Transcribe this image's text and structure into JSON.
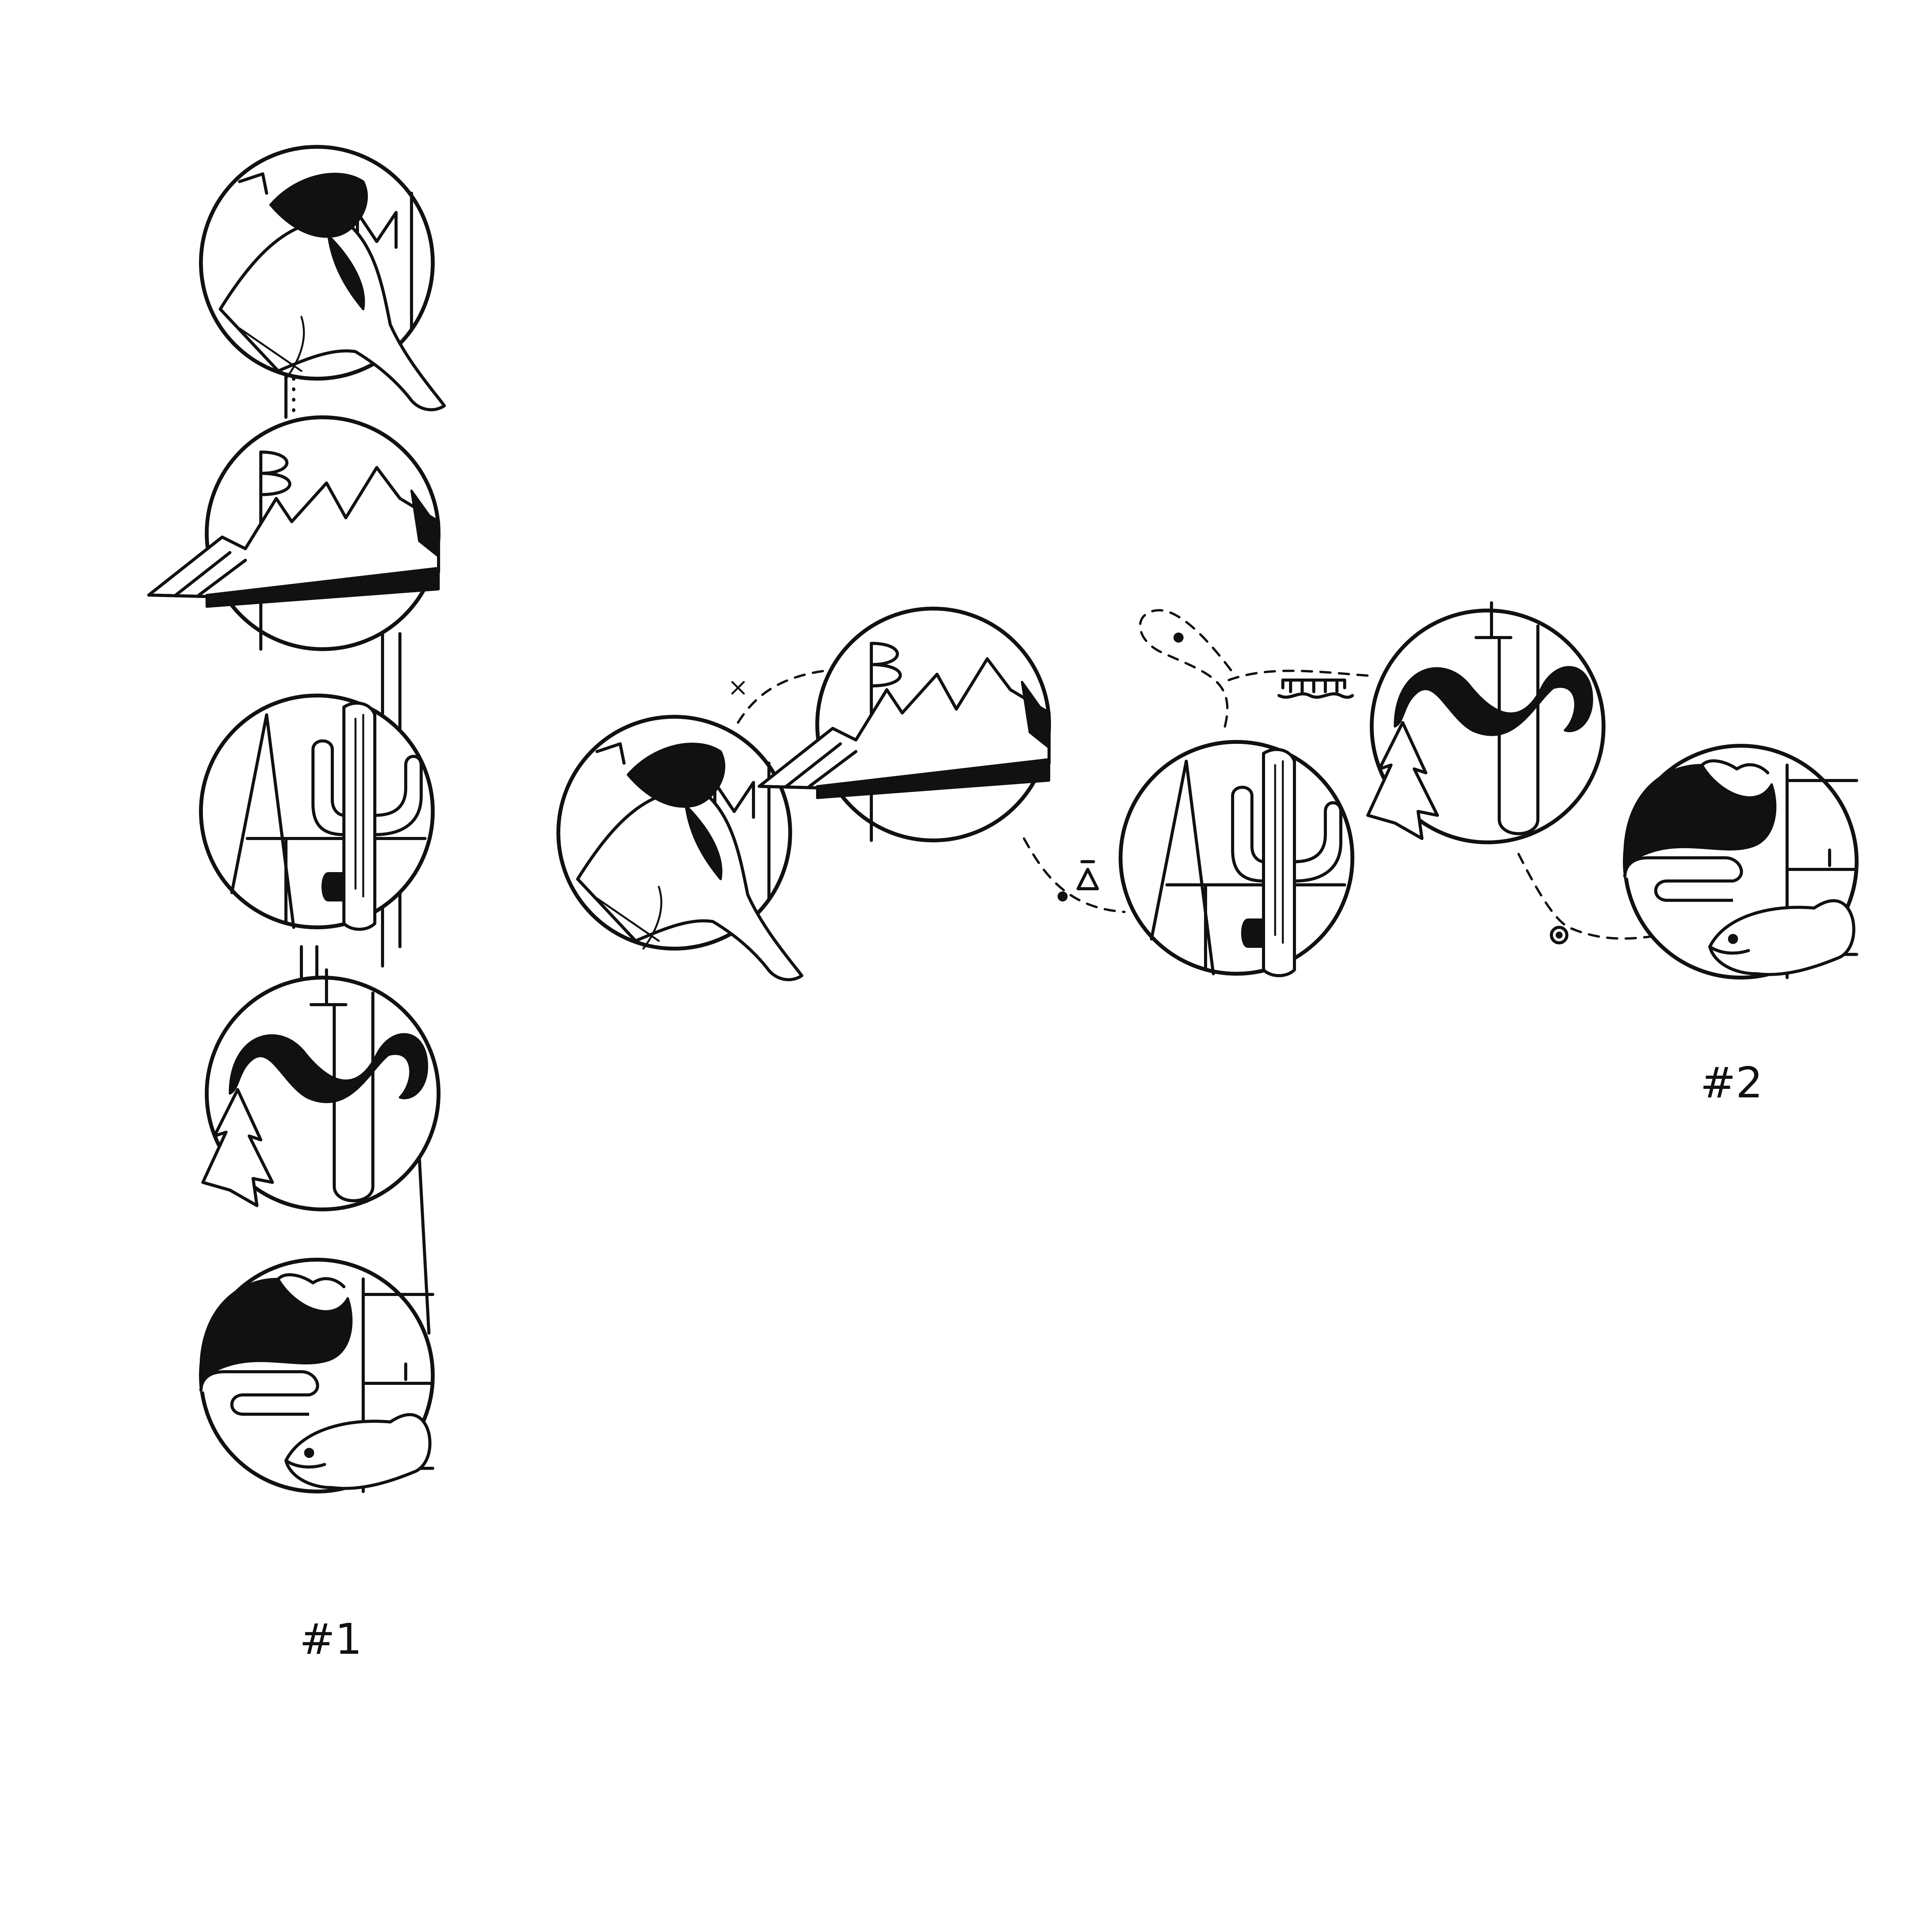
{
  "captions": [
    "#1",
    "#2"
  ],
  "badges": [
    {
      "letter": "M",
      "motif": "bird"
    },
    {
      "letter": "B",
      "motif": "mountains"
    },
    {
      "letter": "A",
      "motif": "cactus"
    },
    {
      "letter": "U",
      "motif": "pine-and-wave"
    },
    {
      "letter": "E",
      "motif": "wave-and-fish"
    }
  ]
}
